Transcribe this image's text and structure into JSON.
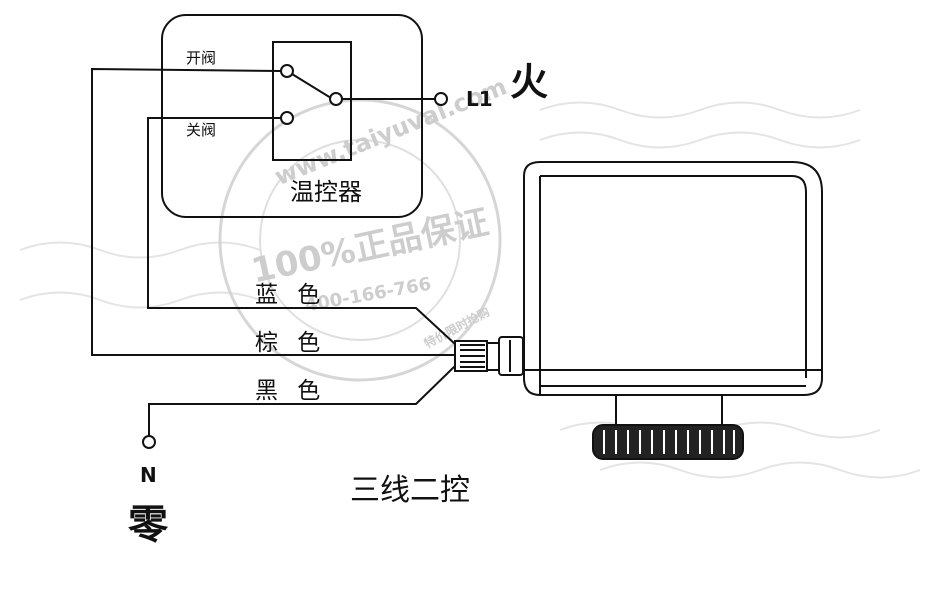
{
  "thermostat": {
    "title": "温控器",
    "contact_open": "开阀",
    "contact_close": "关阀"
  },
  "live": {
    "terminal": "L1",
    "label": "火"
  },
  "neutral": {
    "terminal": "N",
    "label": "零"
  },
  "wires": {
    "blue": "蓝 色",
    "brown": "棕 色",
    "black": "黑 色"
  },
  "caption": "三线二控",
  "watermark": {
    "arc_text": "www.taiyuval.com",
    "main_text": "100%正品保证",
    "phone": "400-166-766",
    "small_text": "特价限时抢购"
  }
}
